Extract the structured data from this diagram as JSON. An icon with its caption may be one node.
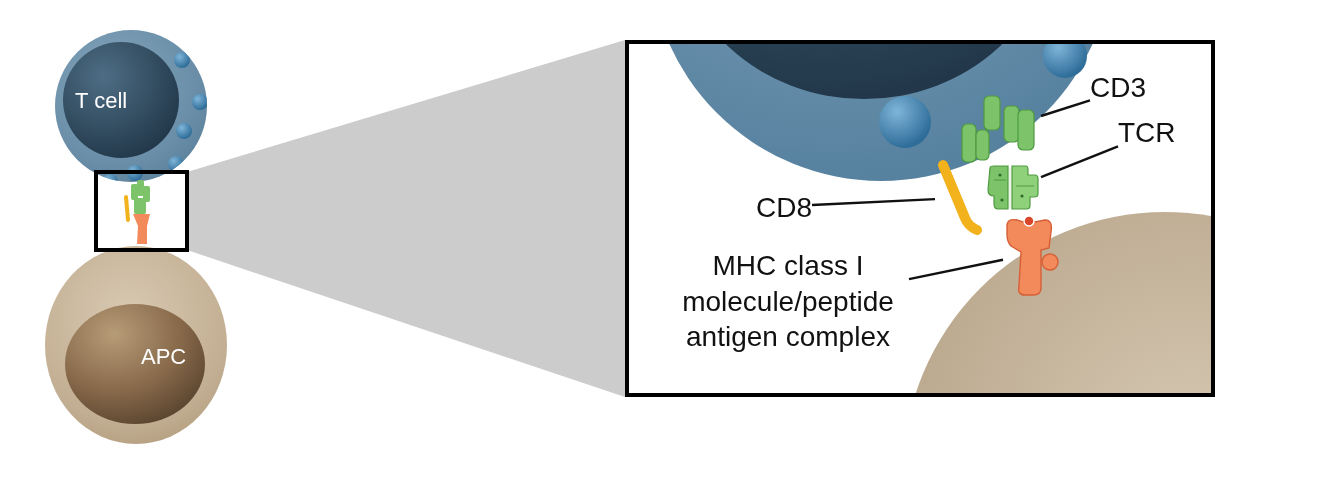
{
  "diagram": {
    "nodes": [
      {
        "text": [
          "T cell"
        ]
      },
      {
        "text": [
          "APC"
        ]
      },
      {
        "text": [],
        "shape": "box"
      },
      {
        "text": [
          "CD3"
        ],
        "in": 2
      },
      {
        "text": [
          "TCR"
        ],
        "in": 2
      },
      {
        "text": [
          "CD8"
        ],
        "in": 2
      },
      {
        "text": [
          "MHC class I molecule/peptide antigen complex"
        ],
        "in": 2
      },
      {
        "text": [],
        "shape": "picture",
        "in": 2
      },
      {
        "text": [],
        "shape": "picture",
        "in": 2
      },
      {
        "text": [],
        "shape": "picture",
        "in": 2
      },
      {
        "text": [],
        "shape": "picture",
        "in": 2
      }
    ],
    "edges": [
      {
        "from": 3,
        "to": 7,
        "arrow": "none"
      },
      {
        "from": 4,
        "to": 8,
        "arrow": "none"
      },
      {
        "from": 5,
        "to": 9,
        "arrow": "none"
      },
      {
        "from": 6,
        "to": 10,
        "arrow": "none"
      }
    ]
  }
}
